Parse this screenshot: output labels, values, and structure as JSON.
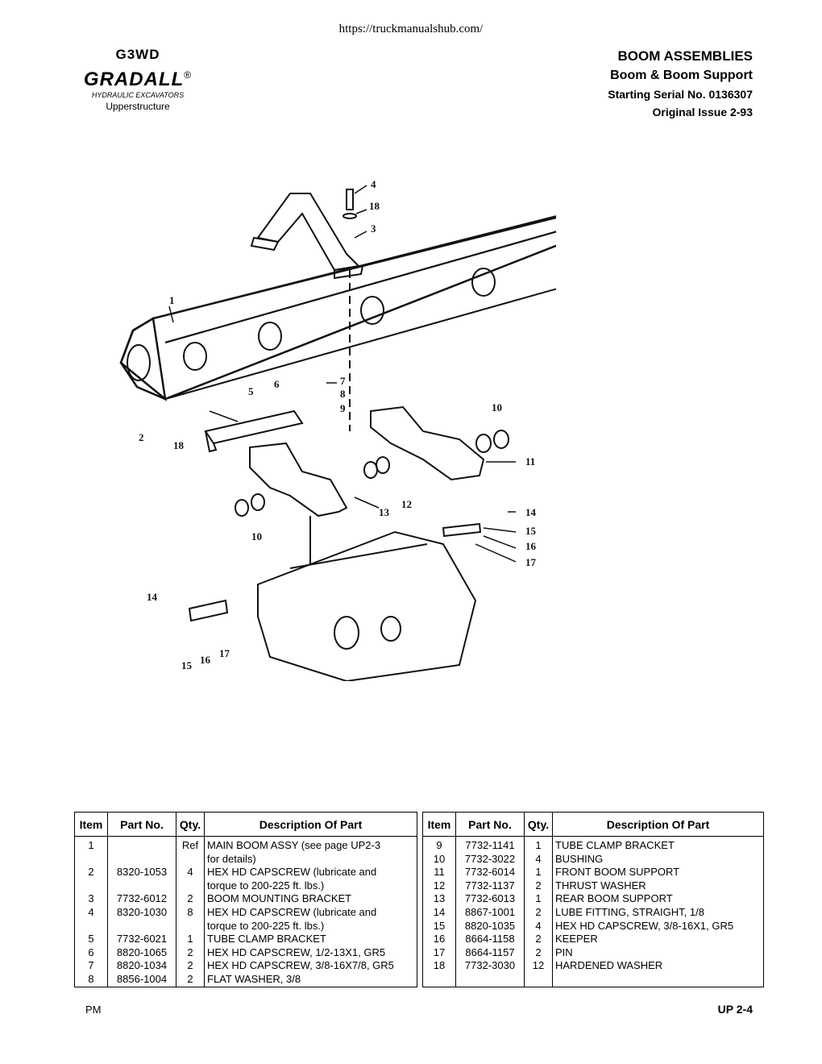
{
  "source_url": "https://truckmanualshub.com/",
  "logo": {
    "model": "G3WD",
    "brand": "GRADALL",
    "registered": "®",
    "tagline": "HYDRAULIC EXCAVATORS",
    "section": "Upperstructure"
  },
  "header": {
    "title": "BOOM ASSEMBLIES",
    "subtitle": "Boom & Boom Support",
    "serial": "Starting Serial No. 0136307",
    "issue": "Original Issue 2-93"
  },
  "table": {
    "headers": {
      "item": "Item",
      "part_no": "Part No.",
      "qty": "Qty.",
      "description": "Description Of Part"
    },
    "left_rows": [
      {
        "item": "1",
        "part": "",
        "qty": "Ref",
        "desc": "MAIN BOOM ASSY (see page UP2-3"
      },
      {
        "item": "",
        "part": "",
        "qty": "",
        "desc": "for details)"
      },
      {
        "item": "2",
        "part": "8320-1053",
        "qty": "4",
        "desc": "HEX HD CAPSCREW (lubricate and"
      },
      {
        "item": "",
        "part": "",
        "qty": "",
        "desc": "torque to 200-225 ft. lbs.)"
      },
      {
        "item": "3",
        "part": "7732-6012",
        "qty": "2",
        "desc": "BOOM MOUNTING BRACKET"
      },
      {
        "item": "4",
        "part": "8320-1030",
        "qty": "8",
        "desc": "HEX HD CAPSCREW (lubricate and"
      },
      {
        "item": "",
        "part": "",
        "qty": "",
        "desc": "torque to 200-225 ft. lbs.)"
      },
      {
        "item": "5",
        "part": "7732-6021",
        "qty": "1",
        "desc": "TUBE CLAMP BRACKET"
      },
      {
        "item": "6",
        "part": "8820-1065",
        "qty": "2",
        "desc": "HEX HD CAPSCREW, 1/2-13X1, GR5"
      },
      {
        "item": "7",
        "part": "8820-1034",
        "qty": "2",
        "desc": "HEX HD CAPSCREW, 3/8-16X7/8, GR5"
      },
      {
        "item": "8",
        "part": "8856-1004",
        "qty": "2",
        "desc": "FLAT WASHER, 3/8"
      }
    ],
    "right_rows": [
      {
        "item": "9",
        "part": "7732-1141",
        "qty": "1",
        "desc": "TUBE CLAMP BRACKET"
      },
      {
        "item": "10",
        "part": "7732-3022",
        "qty": "4",
        "desc": "BUSHING"
      },
      {
        "item": "11",
        "part": "7732-6014",
        "qty": "1",
        "desc": "FRONT BOOM SUPPORT"
      },
      {
        "item": "12",
        "part": "7732-1137",
        "qty": "2",
        "desc": "THRUST WASHER"
      },
      {
        "item": "13",
        "part": "7732-6013",
        "qty": "1",
        "desc": "REAR BOOM SUPPORT"
      },
      {
        "item": "14",
        "part": "8867-1001",
        "qty": "2",
        "desc": "LUBE FITTING, STRAIGHT, 1/8"
      },
      {
        "item": "15",
        "part": "8820-1035",
        "qty": "4",
        "desc": "HEX HD CAPSCREW, 3/8-16X1, GR5"
      },
      {
        "item": "16",
        "part": "8664-1158",
        "qty": "2",
        "desc": "KEEPER"
      },
      {
        "item": "17",
        "part": "8664-1157",
        "qty": "2",
        "desc": "PIN"
      },
      {
        "item": "18",
        "part": "7732-3030",
        "qty": "12",
        "desc": "HARDENED WASHER"
      },
      {
        "item": "",
        "part": "",
        "qty": "",
        "desc": ""
      }
    ]
  },
  "footer": {
    "left": "PM",
    "right": "UP 2-4"
  },
  "drawing": {
    "callouts": [
      "4",
      "18",
      "3",
      "1",
      "7",
      "8",
      "9",
      "5",
      "6",
      "10",
      "2",
      "18",
      "11",
      "12",
      "13",
      "10",
      "14",
      "15",
      "16",
      "17",
      "14",
      "17",
      "15",
      "16"
    ]
  }
}
